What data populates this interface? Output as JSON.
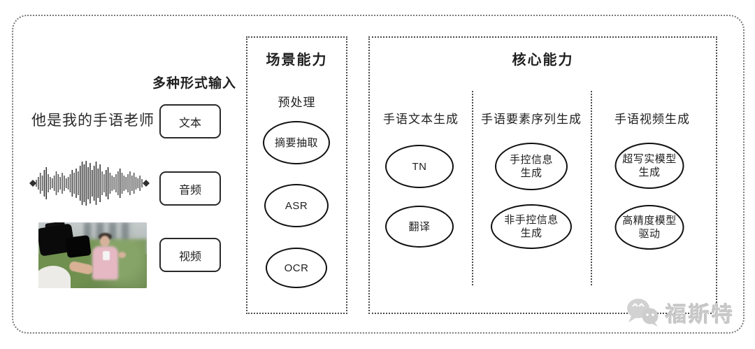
{
  "input_section": {
    "title": "多种形式输入",
    "text_sample": "他是我的手语老师",
    "items": [
      {
        "label": "文本"
      },
      {
        "label": "音频"
      },
      {
        "label": "视频"
      }
    ]
  },
  "scene_box": {
    "title": "场景能力",
    "subtitle": "预处理",
    "nodes": [
      "摘要抽取",
      "ASR",
      "OCR"
    ]
  },
  "core_box": {
    "title": "核心能力",
    "columns": [
      {
        "header": "手语文本生成",
        "nodes": [
          {
            "line1": "TN",
            "line2": ""
          },
          {
            "line1": "翻译",
            "line2": ""
          }
        ]
      },
      {
        "header": "手语要素序列生成",
        "nodes": [
          {
            "line1": "手控信息",
            "line2": "生成"
          },
          {
            "line1": "非手控信息",
            "line2": "生成"
          }
        ]
      },
      {
        "header": "手语视频生成",
        "nodes": [
          {
            "line1": "超写实模型",
            "line2": "生成"
          },
          {
            "line1": "高精度模型",
            "line2": "驱动"
          }
        ]
      }
    ]
  },
  "watermark": {
    "text": "福斯特",
    "icon": "wechat-icon",
    "color": "#c9c9c9"
  },
  "colors": {
    "outer_border": "#7a7a7a",
    "box_border": "#4a4a4a",
    "node_border": "#101010",
    "text": "#1f1f1f",
    "watermark": "#c9c9c9"
  }
}
